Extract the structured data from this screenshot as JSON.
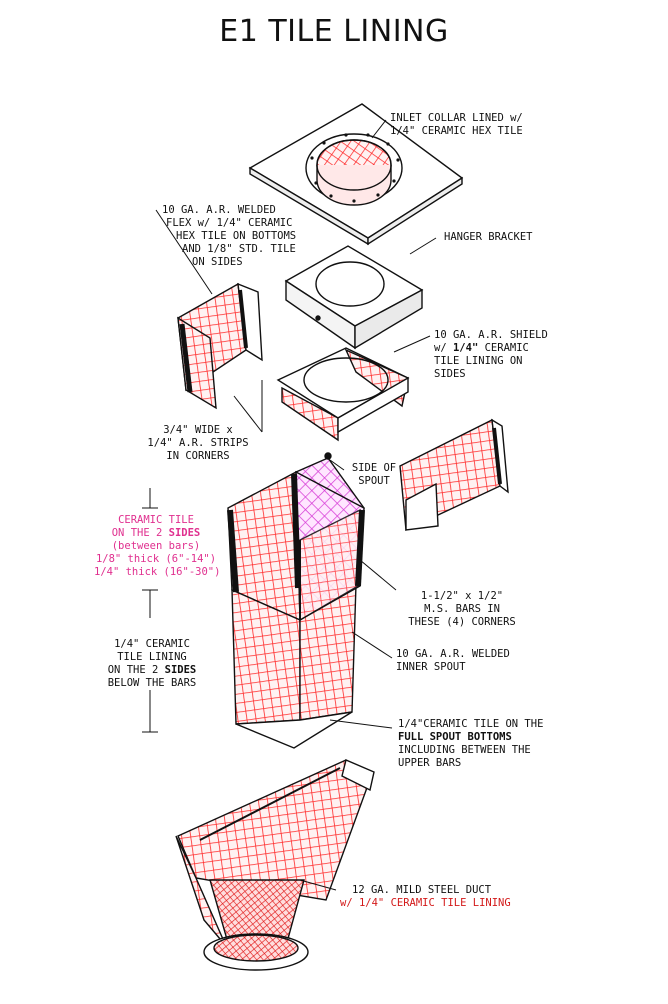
{
  "title": "E1 TILE LINING",
  "colors": {
    "tile": "#ff2a2a",
    "tile_bg": "#fff0f0",
    "magenta": "#e0308f",
    "ink": "#111111",
    "bar": "#1a1a1a"
  },
  "labels": {
    "inlet_collar": [
      "INLET COLLAR LINED w/",
      "1/4\" CERAMIC HEX TILE"
    ],
    "welded_flex": [
      "10 GA. A.R. WELDED",
      "FLEX w/ 1/4\" CERAMIC",
      "HEX TILE ON BOTTOMS",
      "AND 1/8\" STD. TILE",
      "ON SIDES"
    ],
    "hanger_bracket": "HANGER BRACKET",
    "shield": [
      "10 GA. A.R. SHIELD",
      "w/",
      "1/4\"",
      "CERAMIC",
      "TILE LINING ON",
      "SIDES"
    ],
    "strips": [
      "3/4\" WIDE x",
      "1/4\" A.R. STRIPS",
      "IN CORNERS"
    ],
    "side_of_spout": [
      "SIDE OF",
      "SPOUT"
    ],
    "ceramic_tile_sides": [
      "CERAMIC TILE",
      "ON THE 2",
      "SIDES",
      "(between bars)",
      "1/8\" thick (6\"-14\")",
      "1/4\" thick (16\"-30\")"
    ],
    "ms_bars": [
      "1-1/2\" x 1/2\"",
      "M.S. BARS IN",
      "THESE (4) CORNERS"
    ],
    "tile_lining_sides": [
      "1/4\" CERAMIC",
      "TILE LINING",
      "ON THE 2",
      "SIDES",
      "BELOW THE BARS"
    ],
    "inner_spout": [
      "10 GA. A.R. WELDED",
      "INNER SPOUT"
    ],
    "spout_bottoms": [
      "1/4\"CERAMIC TILE ON THE",
      "FULL SPOUT BOTTOMS",
      "INCLUDING BETWEEN THE",
      "UPPER BARS"
    ],
    "duct": [
      "12 GA. MILD STEEL DUCT",
      "w/ 1/4\" CERAMIC TILE LINING"
    ]
  }
}
